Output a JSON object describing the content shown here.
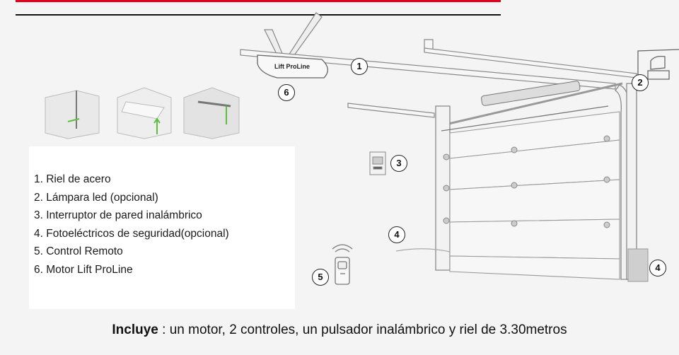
{
  "motor_label": "Lift ProLine",
  "callouts": {
    "rail": "1",
    "lamp": "2",
    "wall_switch": "3",
    "photo_left": "4",
    "photo_right": "4",
    "remote": "5",
    "motor": "6"
  },
  "legend": {
    "items": [
      "1. Riel de acero",
      "2. Lámpara led (opcional)",
      "3. Interruptor de pared inalámbrico",
      "4. Fotoeléctricos de seguridad(opcional)",
      "5. Control Remoto",
      "6. Motor Lift ProLine"
    ]
  },
  "footer": {
    "bold": "Incluye",
    "text": " : un motor, 2 controles, un pulsador inalámbrico y riel de 3.30metros"
  },
  "colors": {
    "accent_red": "#e2001a",
    "arrow_green": "#5bbf3c"
  }
}
